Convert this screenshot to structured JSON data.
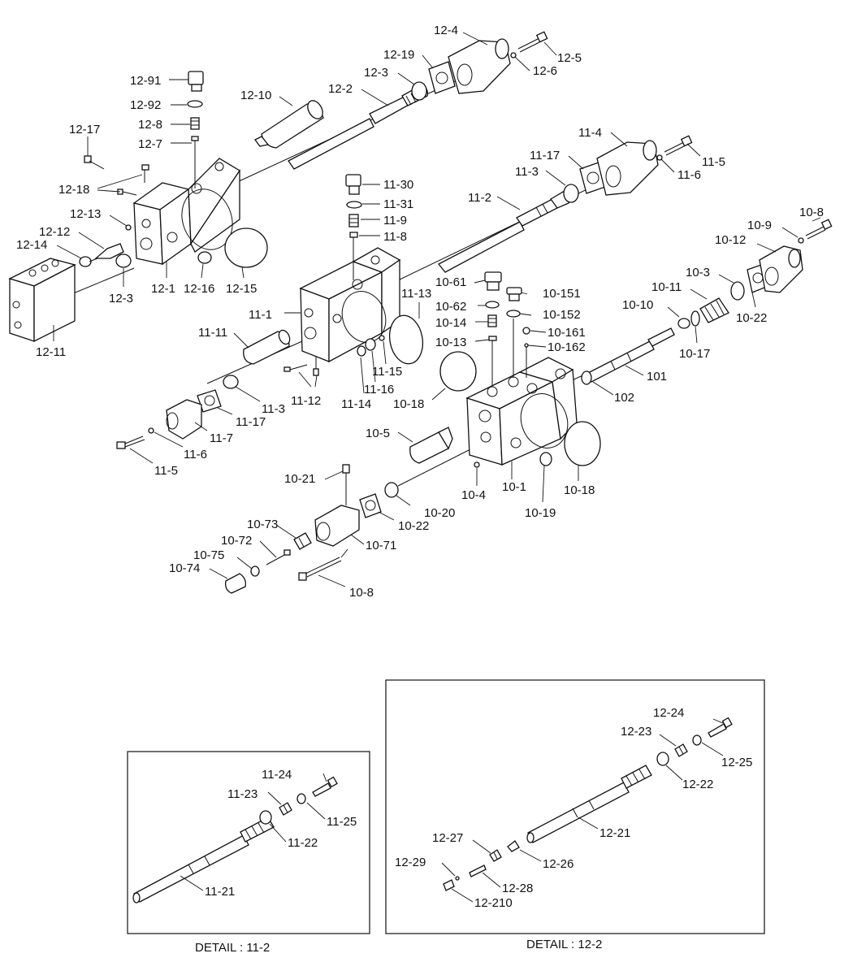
{
  "labels": {
    "p12_4": "12-4",
    "p12_5": "12-5",
    "p12_6": "12-6",
    "p12_19": "12-19",
    "p12_3a": "12-3",
    "p12_2": "12-2",
    "p12_10": "12-10",
    "p12_91": "12-91",
    "p12_92": "12-92",
    "p12_8": "12-8",
    "p12_7": "12-7",
    "p12_17": "12-17",
    "p12_18": "12-18",
    "p12_13": "12-13",
    "p12_12": "12-12",
    "p12_14": "12-14",
    "p12_3b": "12-3",
    "p12_1": "12-1",
    "p12_16": "12-16",
    "p12_15": "12-15",
    "p12_11": "12-11",
    "p11_4": "11-4",
    "p11_5a": "11-5",
    "p11_6a": "11-6",
    "p11_17a": "11-17",
    "p11_3a": "11-3",
    "p11_2": "11-2",
    "p11_30": "11-30",
    "p11_31": "11-31",
    "p11_9": "11-9",
    "p11_8": "11-8",
    "p11_13": "11-13",
    "p11_1": "11-1",
    "p11_11": "11-11",
    "p11_15": "11-15",
    "p11_16": "11-16",
    "p11_14": "11-14",
    "p11_12": "11-12",
    "p11_3b": "11-3",
    "p11_17b": "11-17",
    "p11_7": "11-7",
    "p11_6b": "11-6",
    "p11_5b": "11-5",
    "p10_8a": "10-8",
    "p10_9": "10-9",
    "p10_12": "10-12",
    "p10_3": "10-3",
    "p10_11": "10-11",
    "p10_10": "10-10",
    "p10_22a": "10-22",
    "p10_17": "10-17",
    "p10_61": "10-61",
    "p10_151": "10-151",
    "p10_62": "10-62",
    "p10_152": "10-152",
    "p10_14": "10-14",
    "p10_161": "10-161",
    "p10_13": "10-13",
    "p10_162": "10-162",
    "p101": "101",
    "p102": "102",
    "p10_18a": "10-18",
    "p10_5": "10-5",
    "p10_4": "10-4",
    "p10_1": "10-1",
    "p10_19": "10-19",
    "p10_18b": "10-18",
    "p10_21": "10-21",
    "p10_20": "10-20",
    "p10_22b": "10-22",
    "p10_73": "10-73",
    "p10_72": "10-72",
    "p10_71": "10-71",
    "p10_75": "10-75",
    "p10_74": "10-74",
    "p10_8b": "10-8",
    "p11_24": "11-24",
    "p11_23": "11-23",
    "p11_25": "11-25",
    "p11_22": "11-22",
    "p11_21": "11-21",
    "p12_24": "12-24",
    "p12_23": "12-23",
    "p12_25": "12-25",
    "p12_22": "12-22",
    "p12_21": "12-21",
    "p12_27": "12-27",
    "p12_26": "12-26",
    "p12_29": "12-29",
    "p12_28": "12-28",
    "p12_210": "12-210"
  },
  "details": {
    "left_caption": "DETAIL : 11-2",
    "right_caption": "DETAIL : 12-2"
  }
}
